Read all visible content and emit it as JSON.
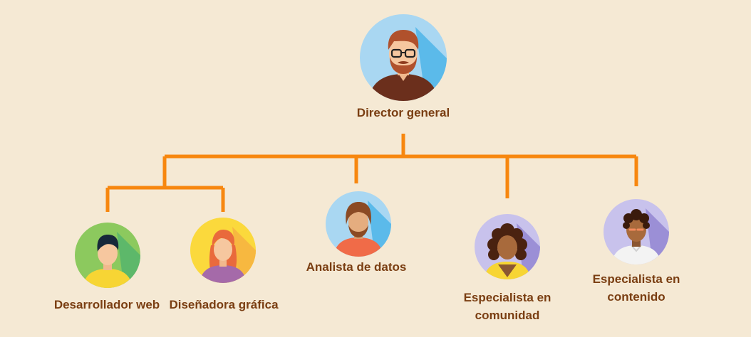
{
  "colors": {
    "background": "#f5e9d4",
    "connector": "#f7870f",
    "label_text": "#7a3e12"
  },
  "org_chart": {
    "root": {
      "label": "Director general",
      "icon": "director-avatar-icon"
    },
    "members": [
      {
        "id": "web-dev",
        "label_lines": [
          "Desarrollador web"
        ],
        "icon": "web-developer-avatar-icon"
      },
      {
        "id": "designer",
        "label_lines": [
          "Diseñadora gráfica"
        ],
        "icon": "graphic-designer-avatar-icon"
      },
      {
        "id": "analyst",
        "label_lines": [
          "Analista de datos"
        ],
        "icon": "data-analyst-avatar-icon"
      },
      {
        "id": "community",
        "label_lines": [
          "Especialista en",
          "comunidad"
        ],
        "icon": "community-specialist-avatar-icon"
      },
      {
        "id": "content",
        "label_lines": [
          "Especialista en",
          "contenido"
        ],
        "icon": "content-specialist-avatar-icon"
      }
    ]
  }
}
